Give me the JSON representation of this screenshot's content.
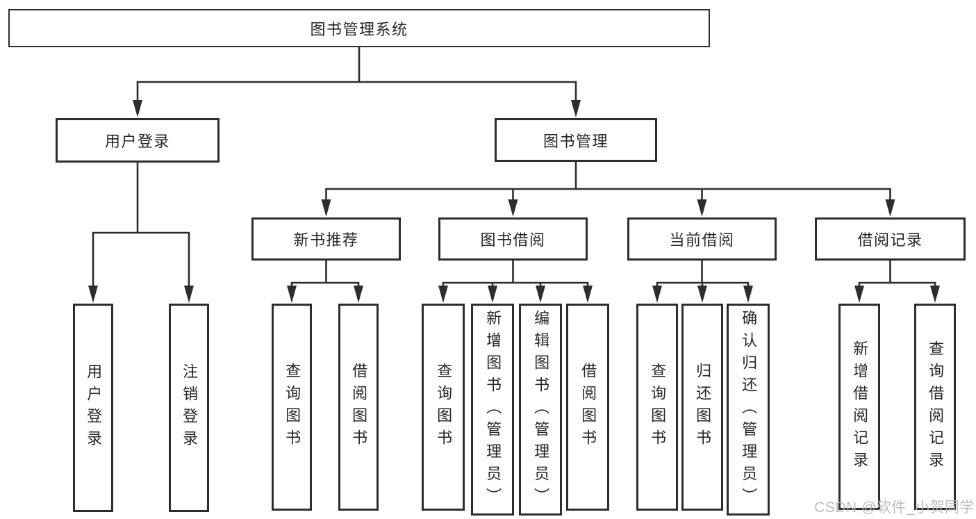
{
  "watermark": "CSDN @软件_小贺同学",
  "tree": {
    "id": "root",
    "label": "图书管理系统",
    "children": [
      {
        "id": "user-login",
        "label": "用户登录",
        "children": [
          {
            "id": "user-login-leaf",
            "label": "用户登录"
          },
          {
            "id": "logout-leaf",
            "label": "注销登录"
          }
        ]
      },
      {
        "id": "book-mgmt",
        "label": "图书管理",
        "children": [
          {
            "id": "new-book-rec",
            "label": "新书推荐",
            "children": [
              {
                "id": "nbr-query-books",
                "label": "查询图书"
              },
              {
                "id": "nbr-borrow-books",
                "label": "借阅图书"
              }
            ]
          },
          {
            "id": "book-borrow",
            "label": "图书借阅",
            "children": [
              {
                "id": "bb-query-books",
                "label": "查询图书"
              },
              {
                "id": "bb-add-books",
                "label": "新增图书（管理员）"
              },
              {
                "id": "bb-edit-books",
                "label": "编辑图书（管理员）"
              },
              {
                "id": "bb-borrow-books",
                "label": "借阅图书"
              }
            ]
          },
          {
            "id": "current-borrow",
            "label": "当前借阅",
            "children": [
              {
                "id": "cb-query-books",
                "label": "查询图书"
              },
              {
                "id": "cb-return-books",
                "label": "归还图书"
              },
              {
                "id": "cb-confirm-return",
                "label": "确认归还（管理员）"
              }
            ]
          },
          {
            "id": "borrow-records",
            "label": "借阅记录",
            "children": [
              {
                "id": "br-add-record",
                "label": "新增借阅记录"
              },
              {
                "id": "br-query-record",
                "label": "查询借阅记录"
              }
            ]
          }
        ]
      }
    ]
  }
}
